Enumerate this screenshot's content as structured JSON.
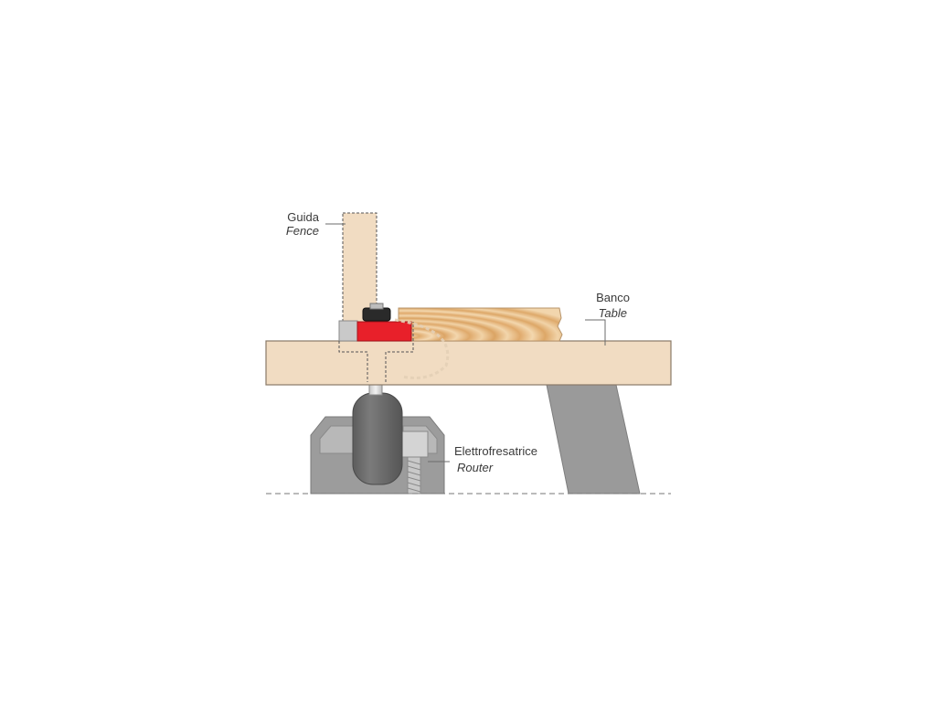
{
  "labels": {
    "fence": {
      "it": "Guida",
      "en": "Fence"
    },
    "table": {
      "it": "Banco",
      "en": "Table"
    },
    "router": {
      "it": "Elettrofresatrice",
      "en": "Router"
    }
  },
  "colors": {
    "wood_light": "#f1dcc2",
    "wood_outline": "#8a7a68",
    "workpiece_grain": "#e5b47a",
    "cutter_red": "#e8202a",
    "router_grey": "#8c8c8c",
    "router_body": "#6e6e6e",
    "leg_grey": "#9a9a9a",
    "leader_line": "#6b6b6b",
    "guide_dash": "#555555"
  }
}
